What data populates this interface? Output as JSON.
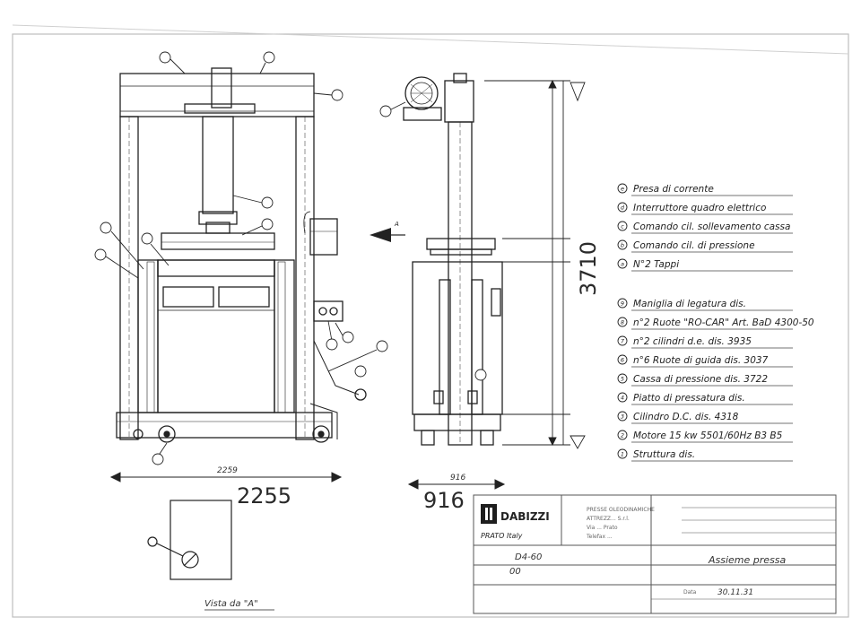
{
  "legend": {
    "letters": [
      {
        "id": "e",
        "text": "Presa di corrente"
      },
      {
        "id": "d",
        "text": "Interruttore quadro elettrico"
      },
      {
        "id": "c",
        "text": "Comando cil. sollevamento cassa"
      },
      {
        "id": "b",
        "text": "Comando cil. di pressione"
      },
      {
        "id": "a",
        "text": "N°2 Tappi"
      }
    ],
    "numbers": [
      {
        "id": "9",
        "text": "Maniglia di legatura dis."
      },
      {
        "id": "8",
        "text": "n°2 Ruote \"RO-CAR\" Art. BaD 4300-50"
      },
      {
        "id": "7",
        "text": "n°2 cilindri d.e. dis. 3935"
      },
      {
        "id": "6",
        "text": "n°6 Ruote di guida dis. 3037"
      },
      {
        "id": "5",
        "text": "Cassa di pressione dis. 3722"
      },
      {
        "id": "4",
        "text": "Piatto di pressatura dis."
      },
      {
        "id": "3",
        "text": "Cilindro D.C. dis. 4318"
      },
      {
        "id": "2",
        "text": "Motore 15 kw 5501/60Hz B3 B5"
      },
      {
        "id": "1",
        "text": "Struttura dis."
      }
    ]
  },
  "dimensions": {
    "width_small": "2259",
    "width_large": "2255",
    "depth_small": "916",
    "depth_large": "916",
    "height_large": "3710"
  },
  "view_label": "Vista da \"A\"",
  "view_arrow": "A",
  "title_block": {
    "company": "DABIZZI",
    "city": "PRATO Italy",
    "company_details": [
      "PRESSE OLEODINAMICHE",
      "ATTREZZ... S.r.l.",
      "Via ... Prato",
      "Telefax ..."
    ],
    "drawing_number": "D4-60",
    "revision": "00",
    "title": "Assieme pressa",
    "date_label": "Data",
    "date": "30.11.31"
  }
}
